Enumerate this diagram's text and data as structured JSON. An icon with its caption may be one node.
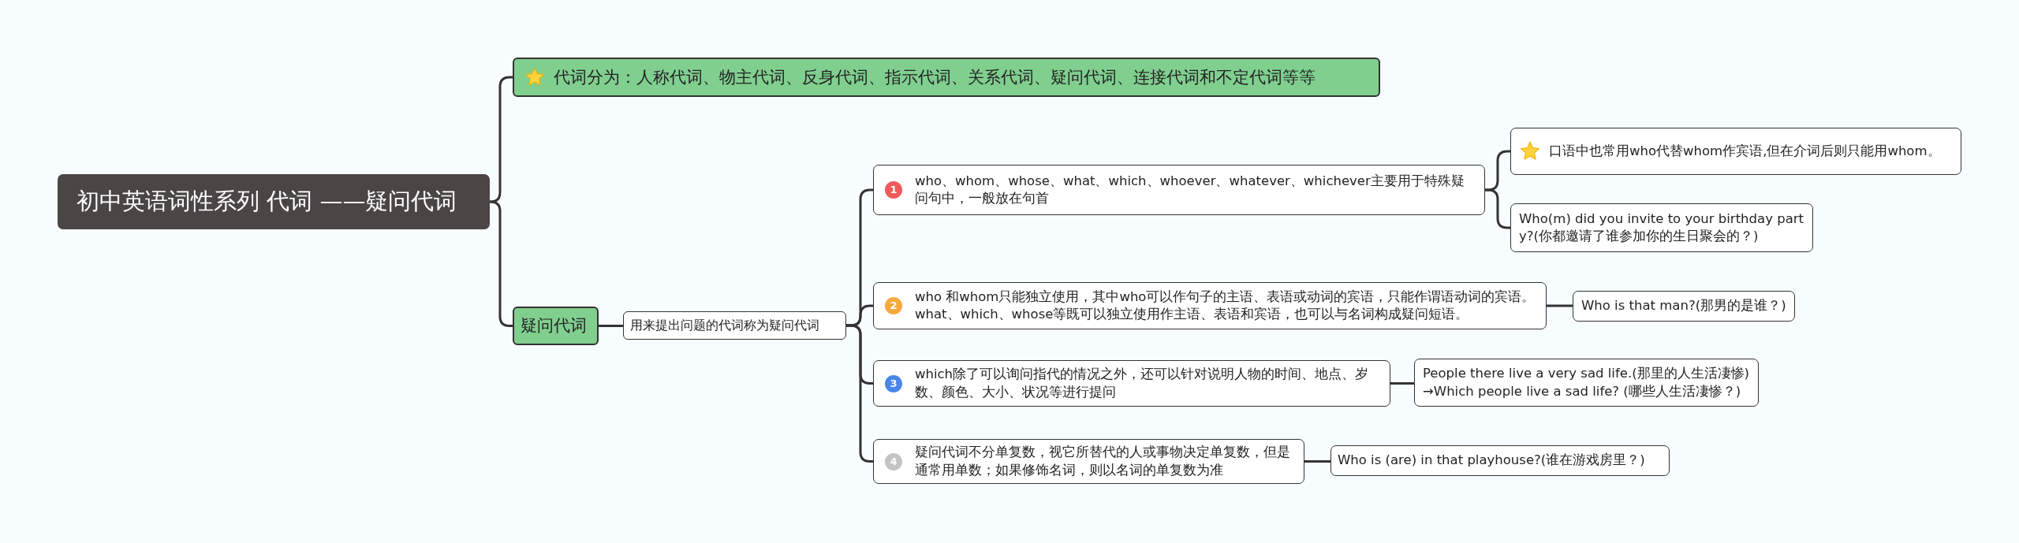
{
  "diagram": {
    "nodes": [
      {
        "text": [
          "初中英语词性系列 代词 ——疑问代词"
        ]
      },
      {
        "text": [
          "代词分为：人称代词、物主代词、反身代词、指示代词、关系代词、疑问代词、连接代词和不定代词等等"
        ]
      },
      {
        "text": [
          "疑问代词"
        ]
      },
      {
        "text": [
          "用来提出问题的代词称为疑问代词"
        ]
      },
      {
        "text": [
          "1",
          "who、whom、whose、what、which、whoever、whatever、whichever主要用于特殊疑问句中，一般放在句首"
        ]
      },
      {
        "text": [
          "口语中也常用who代替whom作宾语,但在介词后则只能用whom。"
        ]
      },
      {
        "text": [
          "Who(m) did you invite to your birthday party?(你都邀请了谁参加你的生日聚会的？)"
        ]
      },
      {
        "text": [
          "2",
          "who 和whom只能独立使用，其中who可以作句子的主语、表语或动词的宾语，只能作谓语动词的宾语。what、which、whose等既可以独立使用作主语、表语和宾语，也可以与名词构成疑问短语。"
        ]
      },
      {
        "text": [
          "Who is that man?(那男的是谁？)"
        ]
      },
      {
        "text": [
          "3",
          "which除了可以询问指代的情况之外，还可以针对说明人物的时间、地点、岁数、颜色、大小、状况等进行提问"
        ]
      },
      {
        "text": [
          "People there live a very sad life.(那里的人生活凄惨) →Which people live a sad life? (哪些人生活凄惨？)"
        ]
      },
      {
        "text": [
          "4",
          "疑问代词不分单复数，视它所替代的人或事物决定单复数，但是通常用单数；如果修饰名词，则以名词的单复数为准"
        ]
      },
      {
        "text": [
          "Who is (are) in that playhouse?(谁在游戏房里？)"
        ]
      }
    ],
    "edges": [
      {
        "from": 0,
        "to": 1,
        "arrow": "none"
      },
      {
        "from": 0,
        "to": 2,
        "arrow": "none"
      },
      {
        "from": 2,
        "to": 3,
        "arrow": "none"
      },
      {
        "from": 3,
        "to": 4,
        "arrow": "none"
      },
      {
        "from": 3,
        "to": 7,
        "arrow": "none"
      },
      {
        "from": 3,
        "to": 9,
        "arrow": "none"
      },
      {
        "from": 3,
        "to": 11,
        "arrow": "none"
      },
      {
        "from": 4,
        "to": 5,
        "arrow": "none"
      },
      {
        "from": 4,
        "to": 6,
        "arrow": "none"
      },
      {
        "from": 7,
        "to": 8,
        "arrow": "none"
      },
      {
        "from": 9,
        "to": 10,
        "arrow": "none"
      },
      {
        "from": 11,
        "to": 12,
        "arrow": "none"
      }
    ]
  }
}
